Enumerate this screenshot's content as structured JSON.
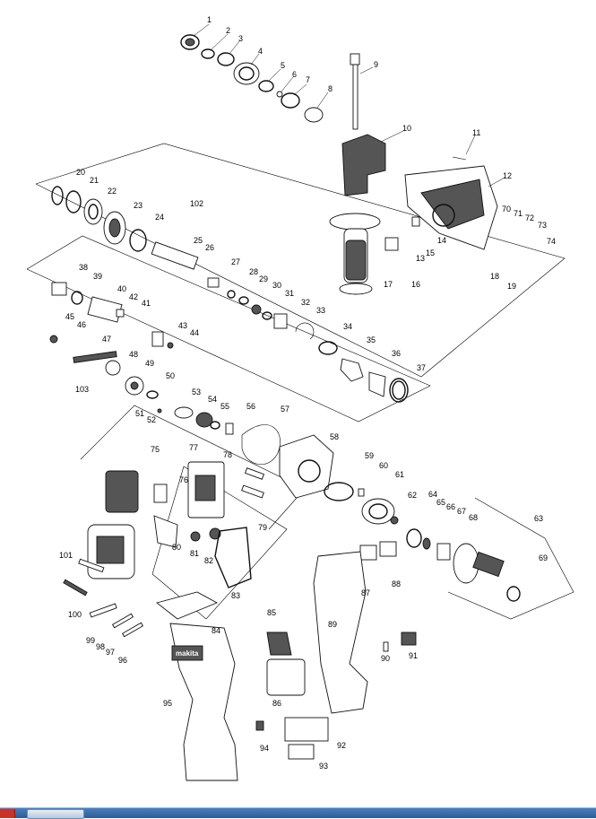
{
  "diagram": {
    "labels": [
      "1",
      "2",
      "3",
      "4",
      "5",
      "6",
      "7",
      "8",
      "9",
      "10",
      "11",
      "12",
      "13",
      "14",
      "15",
      "16",
      "17",
      "18",
      "19",
      "20",
      "21",
      "22",
      "23",
      "24",
      "25",
      "26",
      "27",
      "28",
      "29",
      "30",
      "31",
      "32",
      "33",
      "34",
      "35",
      "36",
      "37",
      "38",
      "39",
      "40",
      "41",
      "42",
      "43",
      "44",
      "45",
      "46",
      "47",
      "48",
      "49",
      "50",
      "51",
      "52",
      "53",
      "54",
      "55",
      "56",
      "57",
      "58",
      "59",
      "60",
      "61",
      "62",
      "63",
      "64",
      "65",
      "66",
      "67",
      "68",
      "69",
      "70",
      "71",
      "72",
      "73",
      "74",
      "75",
      "76",
      "77",
      "78",
      "79",
      "80",
      "81",
      "82",
      "83",
      "84",
      "85",
      "86",
      "87",
      "88",
      "89",
      "90",
      "91",
      "92",
      "93",
      "94",
      "95",
      "96",
      "97",
      "98",
      "99",
      "100",
      "101",
      "102",
      "103"
    ],
    "brand_mark": "makita"
  },
  "taskbar": {
    "start": "start-button",
    "item": "window-button"
  }
}
